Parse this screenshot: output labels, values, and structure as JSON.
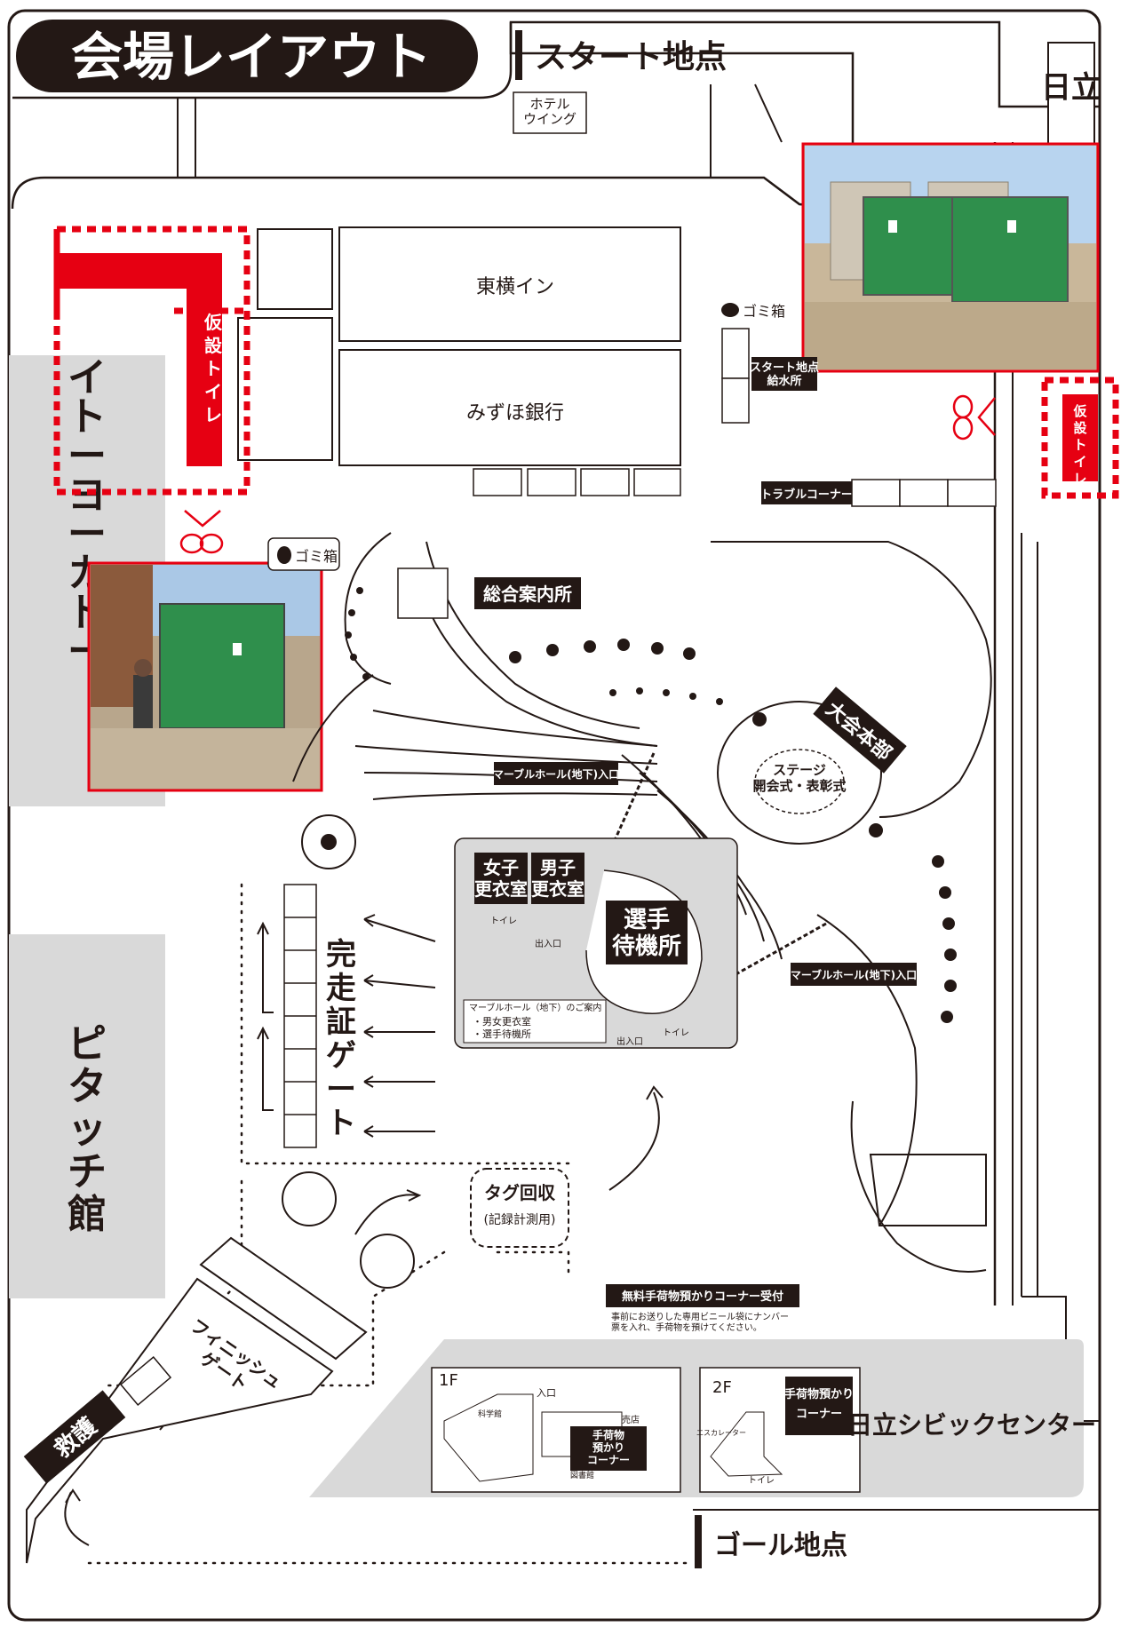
{
  "header": {
    "title": "会場レイアウト"
  },
  "start": {
    "label": "スタート地点"
  },
  "goal": {
    "label": "ゴール地点"
  },
  "hitachi_top": {
    "label": "日立"
  },
  "buildings": {
    "hotel": "ホテル\nウイング",
    "toyoko": "東横イン",
    "mizuho": "みずほ銀行",
    "itoyokado": "イトーヨーカドー",
    "pitatch": "ピタッチ館",
    "civic": "日立シビックセンター"
  },
  "facilities": {
    "toilet_left": "仮設トイレ",
    "toilet_right": "仮設トイレ",
    "trash_top": "ゴミ箱",
    "trash_left": "ゴミ箱",
    "water": "スタート地点\n給水所",
    "trouble": "トラブルコーナー",
    "info": "総合案内所",
    "hq": "大会本部",
    "stage": "ステージ\n開会式・表彰式",
    "marble_entrance_1": "マーブルホール(地下)入口",
    "marble_entrance_2": "マーブルホール(地下)入口",
    "finish_gate": "フィニッシュ\nゲート",
    "certificate_gate": "完走証ゲート",
    "tag_collect": "タグ回収",
    "tag_collect_sub": "(記録計測用)",
    "first_aid": "救護"
  },
  "marble_hall": {
    "women": "女子\n更衣室",
    "men": "男子\n更衣室",
    "waiting": "選手\n待機所",
    "toilet_a": "トイレ",
    "toilet_b": "トイレ",
    "exit_a": "出入口",
    "exit_b": "出入口",
    "guide_title": "マーブルホール（地下）のご案内",
    "guide_items": [
      "・男女更衣室",
      "・選手待機所"
    ]
  },
  "baggage": {
    "title": "無料手荷物預かりコーナー受付",
    "note": "事前にお送りした専用ビニール袋にナンバー\n票を入れ、手荷物を預けてください。",
    "floor1": "1F",
    "floor2": "2F",
    "corner_1f": "手荷物\n預かり\nコーナー",
    "corner_2f": "手荷物預かり\nコーナー",
    "science": "科学館",
    "library": "図書館",
    "entrance": "入口",
    "shop": "売店",
    "escalator": "エスカレーター",
    "toilet": "トイレ"
  },
  "colors": {
    "accent_red": "#e60012",
    "black": "#231815",
    "gray": "#d9d9d9"
  }
}
